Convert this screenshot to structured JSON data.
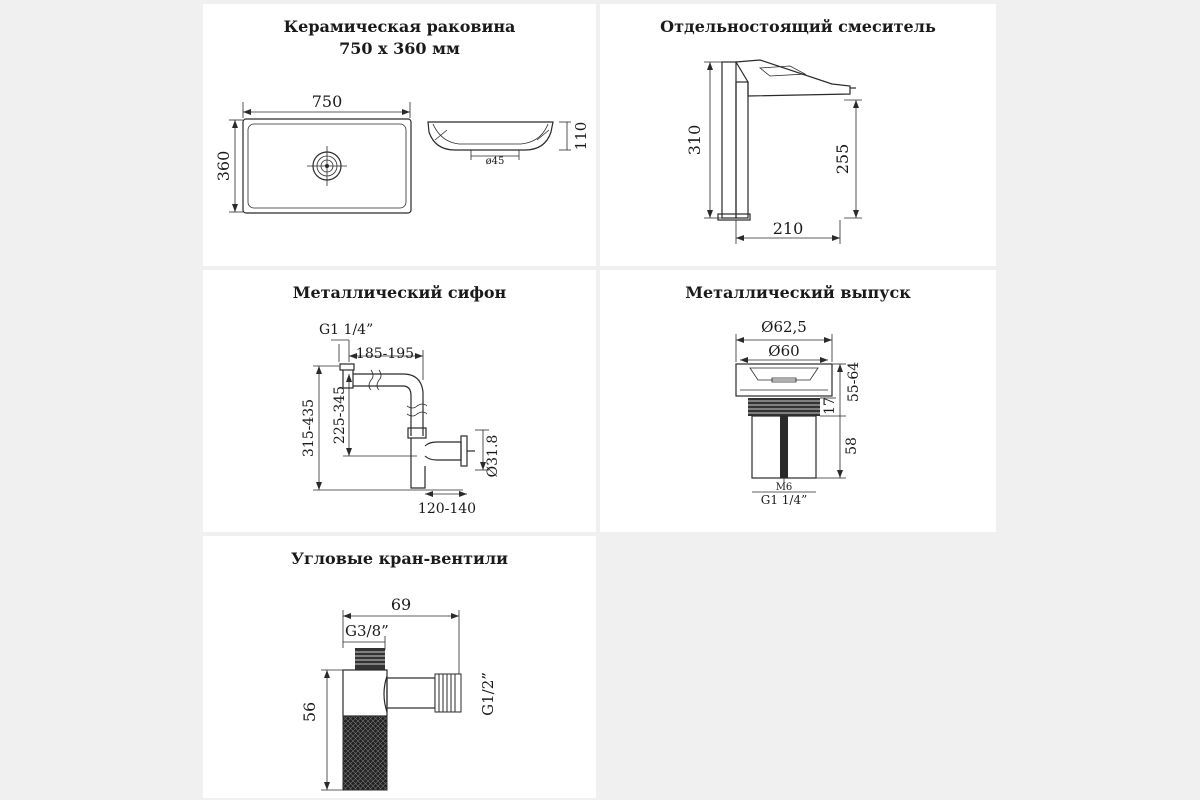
{
  "panels": {
    "sink": {
      "title_line1": "Керамическая раковина",
      "title_line2": "750 x 360 мм",
      "dims": {
        "width": "750",
        "height": "360",
        "depth": "110",
        "drain": "ø45"
      }
    },
    "mixer": {
      "title": "Отдельностоящий смеситель",
      "dims": {
        "height": "310",
        "spout_height": "255",
        "reach": "210"
      }
    },
    "siphon": {
      "title": "Металлический сифон",
      "dims": {
        "thread": "G1 1/4”",
        "reach": "185-195",
        "height_total": "315-435",
        "height_inner": "225-345",
        "diameter": "Ø31.8",
        "wall": "120-140"
      }
    },
    "drain": {
      "title": "Металлический выпуск",
      "dims": {
        "outer_d": "Ø62,5",
        "inner_d": "Ø60",
        "range": "55-64",
        "flange": "17",
        "length": "58",
        "screw": "M6",
        "thread": "G1 1/4”"
      }
    },
    "valve": {
      "title": "Угловые кран-вентили",
      "dims": {
        "width": "69",
        "inlet": "G3/8”",
        "height": "56",
        "outlet": "G1/2”"
      }
    }
  },
  "colors": {
    "line": "#2a2a2a",
    "panel": "#ffffff",
    "background": "#f0f0f0",
    "knurl": "#222222"
  }
}
